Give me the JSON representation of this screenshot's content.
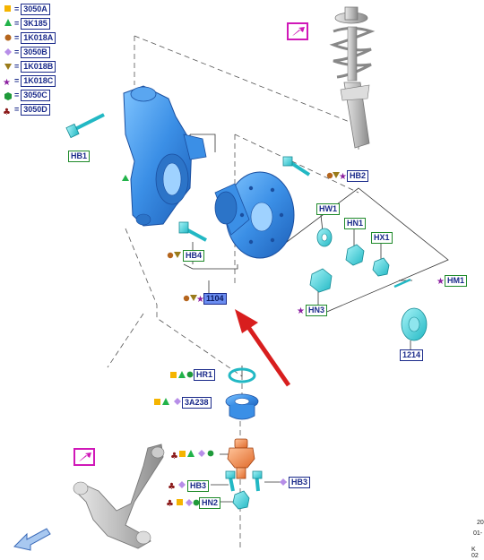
{
  "legend": [
    {
      "symbol": "square",
      "color": "#f5b400",
      "code": "3050A"
    },
    {
      "symbol": "triangle",
      "color": "#22b34a",
      "code": "3K185"
    },
    {
      "symbol": "circle",
      "color": "#b5651d",
      "code": "1K018A"
    },
    {
      "symbol": "diamond",
      "color": "#b78ee8",
      "code": "3050B"
    },
    {
      "symbol": "inv-triangle",
      "color": "#9a7b1a",
      "code": "1K018B"
    },
    {
      "symbol": "star",
      "color": "#8b1fa0",
      "code": "1K018C"
    },
    {
      "symbol": "hexagon",
      "color": "#1f9a3a",
      "code": "3050C"
    },
    {
      "symbol": "club",
      "color": "#8b1a1a",
      "code": "3050D"
    }
  ],
  "callouts": {
    "hb1": "HB1",
    "hb2": "HB2",
    "hw1": "HW1",
    "hn1": "HN1",
    "hx1": "HX1",
    "hm1": "HM1",
    "hb4": "HB4",
    "hn3": "HN3",
    "p1104": "1104",
    "p1214": "1214",
    "hr1": "HR1",
    "p3a238": "3A238",
    "hb3a": "HB3",
    "hb3b": "HB3",
    "hn2": "HN2"
  },
  "footer": {
    "line1": "20",
    "line2": "01-",
    "line3": "K 02"
  },
  "colors": {
    "part_blue": "#3b8fe6",
    "part_cyan": "#38d8e0",
    "arrow_red": "#d81e1e",
    "label_navy": "#1a2a8a",
    "label_green": "#1f8a2a",
    "highlight": "#6a8cf0",
    "magenta_icon": "#d018b8",
    "ball_joint": "#f08a4a"
  }
}
